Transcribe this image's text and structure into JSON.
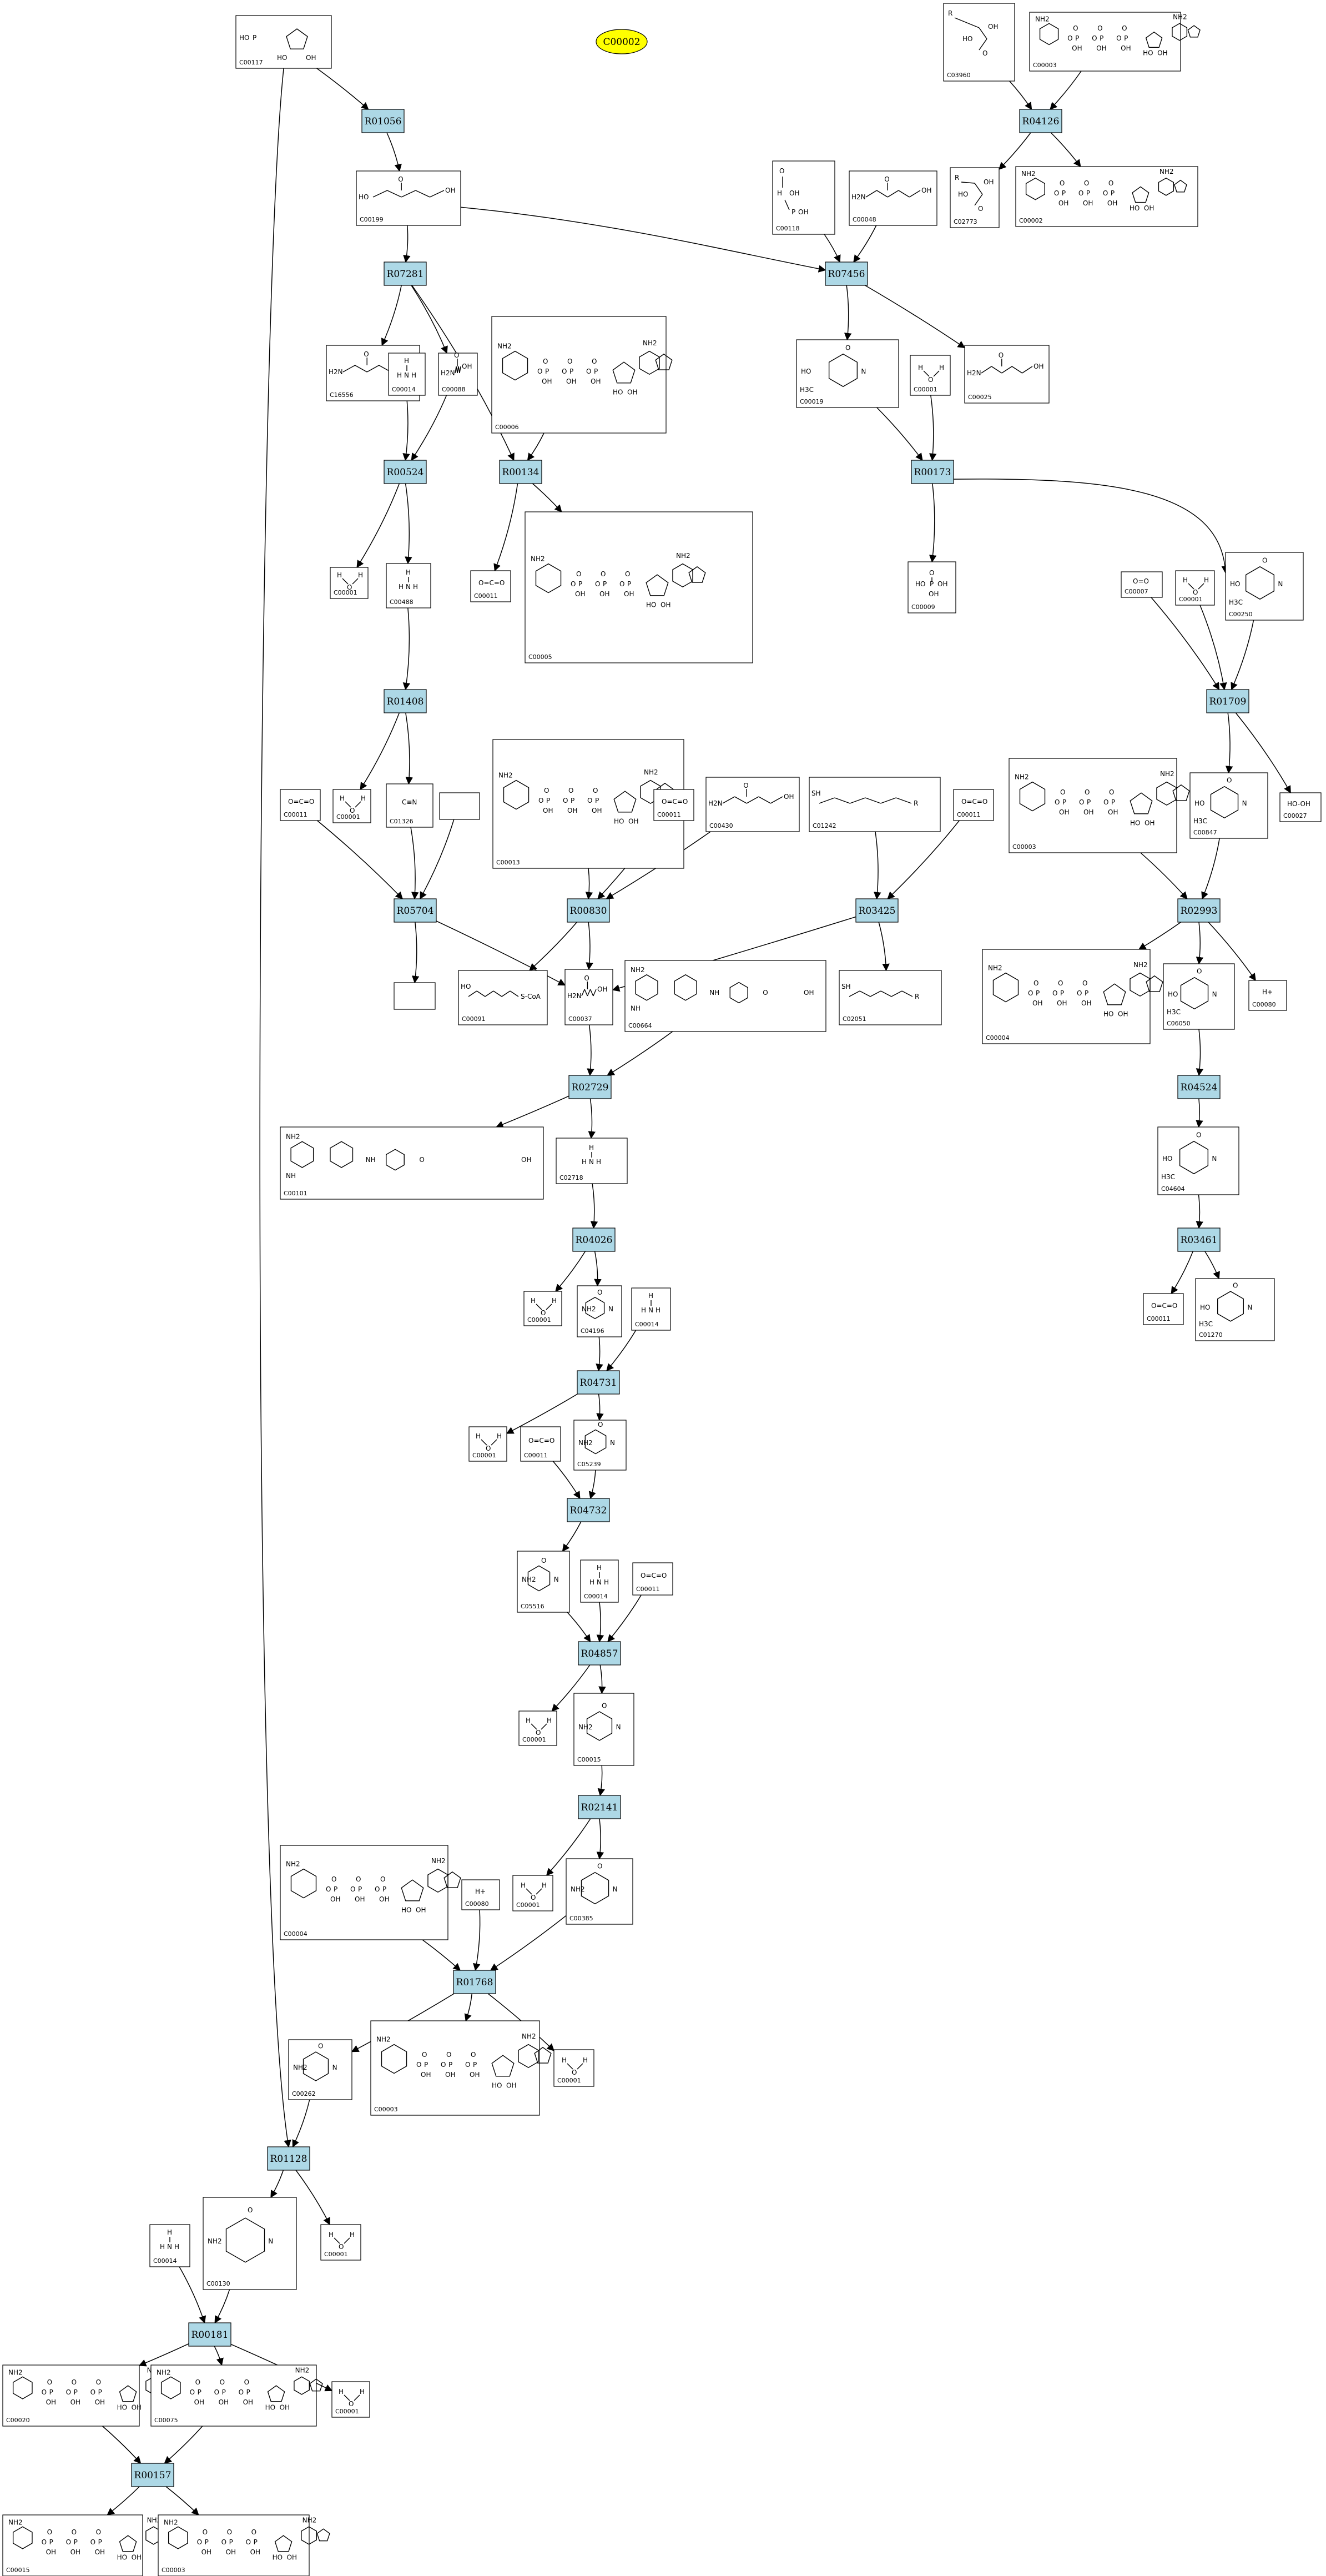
{
  "root": {
    "id": "C00002",
    "color": "#ffff00"
  },
  "colors": {
    "reaction_fill": "#add8e6",
    "edge": "#000000"
  },
  "reactions": [
    {
      "id": "R01056"
    },
    {
      "id": "R04126"
    },
    {
      "id": "R07281"
    },
    {
      "id": "R07456"
    },
    {
      "id": "R00524"
    },
    {
      "id": "R00134"
    },
    {
      "id": "R00173"
    },
    {
      "id": "R01408"
    },
    {
      "id": "R01709"
    },
    {
      "id": "R05704"
    },
    {
      "id": "R00830"
    },
    {
      "id": "R03425"
    },
    {
      "id": "R02993"
    },
    {
      "id": "R02729"
    },
    {
      "id": "R04524"
    },
    {
      "id": "R04026"
    },
    {
      "id": "R03461"
    },
    {
      "id": "R04731"
    },
    {
      "id": "R04732"
    },
    {
      "id": "R04857"
    },
    {
      "id": "R02141"
    },
    {
      "id": "R01768"
    },
    {
      "id": "R01128"
    },
    {
      "id": "R00181"
    },
    {
      "id": "R00157"
    }
  ],
  "compounds": [
    {
      "key": "C00117",
      "label": "C00117"
    },
    {
      "key": "C03960",
      "label": "C03960"
    },
    {
      "key": "C00003_top",
      "label": "C00003"
    },
    {
      "key": "C00199",
      "label": "C00199"
    },
    {
      "key": "C00118",
      "label": "C00118"
    },
    {
      "key": "C00048",
      "label": "C00048"
    },
    {
      "key": "C02773",
      "label": "C02773"
    },
    {
      "key": "C00002",
      "label": "C00002"
    },
    {
      "key": "C16556",
      "label": "C16556"
    },
    {
      "key": "C00014_a",
      "label": "C00014"
    },
    {
      "key": "C00088",
      "label": "C00088"
    },
    {
      "key": "C00006",
      "label": "C00006"
    },
    {
      "key": "C00019",
      "label": "C00019"
    },
    {
      "key": "C00001_a",
      "label": "C00001"
    },
    {
      "key": "C00025",
      "label": "C00025"
    },
    {
      "key": "C00001_b",
      "label": "C00001"
    },
    {
      "key": "C00488",
      "label": "C00488"
    },
    {
      "key": "C00011_a",
      "label": "C00011"
    },
    {
      "key": "C00005",
      "label": "C00005"
    },
    {
      "key": "C00009",
      "label": "C00009"
    },
    {
      "key": "C00007",
      "label": "C00007"
    },
    {
      "key": "C00001_c",
      "label": "C00001"
    },
    {
      "key": "C00250",
      "label": "C00250"
    },
    {
      "key": "C00011_b",
      "label": "C00011"
    },
    {
      "key": "C00001_d",
      "label": "C00001"
    },
    {
      "key": "C01326",
      "label": "C01326"
    },
    {
      "key": "empty_a",
      "label": ""
    },
    {
      "key": "C00013",
      "label": "C00013"
    },
    {
      "key": "C00011_c",
      "label": "C00011"
    },
    {
      "key": "C00430",
      "label": "C00430"
    },
    {
      "key": "C01242",
      "label": "C01242"
    },
    {
      "key": "C00011_d",
      "label": "C00011"
    },
    {
      "key": "C00003_mid",
      "label": "C00003"
    },
    {
      "key": "C00847",
      "label": "C00847"
    },
    {
      "key": "C00027",
      "label": "C00027"
    },
    {
      "key": "empty_b",
      "label": ""
    },
    {
      "key": "C00091",
      "label": "C00091"
    },
    {
      "key": "C00037",
      "label": "C00037"
    },
    {
      "key": "C00664",
      "label": "C00664"
    },
    {
      "key": "C02051",
      "label": "C02051"
    },
    {
      "key": "C00004_a",
      "label": "C00004"
    },
    {
      "key": "C06050",
      "label": "C06050"
    },
    {
      "key": "C00080_a",
      "label": "C00080"
    },
    {
      "key": "C00101",
      "label": "C00101"
    },
    {
      "key": "C02718",
      "label": "C02718"
    },
    {
      "key": "C04604",
      "label": "C04604"
    },
    {
      "key": "C00001_e",
      "label": "C00001"
    },
    {
      "key": "C04196",
      "label": "C04196"
    },
    {
      "key": "C00014_b",
      "label": "C00014"
    },
    {
      "key": "C00011_e",
      "label": "C00011"
    },
    {
      "key": "C01270",
      "label": "C01270"
    },
    {
      "key": "C00001_f",
      "label": "C00001"
    },
    {
      "key": "C00011_f",
      "label": "C00011"
    },
    {
      "key": "C05239",
      "label": "C05239"
    },
    {
      "key": "C05516",
      "label": "C05516"
    },
    {
      "key": "C00014_c",
      "label": "C00014"
    },
    {
      "key": "C00011_g",
      "label": "C00011"
    },
    {
      "key": "C00001_g",
      "label": "C00001"
    },
    {
      "key": "C00015_mid",
      "label": "C00015"
    },
    {
      "key": "C00001_h",
      "label": "C00001"
    },
    {
      "key": "C00385",
      "label": "C00385"
    },
    {
      "key": "C00004_b",
      "label": "C00004"
    },
    {
      "key": "C00080_b",
      "label": "C00080"
    },
    {
      "key": "C00262",
      "label": "C00262"
    },
    {
      "key": "C00003_low",
      "label": "C00003"
    },
    {
      "key": "C00001_i",
      "label": "C00001"
    },
    {
      "key": "C00130",
      "label": "C00130"
    },
    {
      "key": "C00001_j",
      "label": "C00001"
    },
    {
      "key": "C00014_d",
      "label": "C00014"
    },
    {
      "key": "C00020",
      "label": "C00020"
    },
    {
      "key": "C00075",
      "label": "C00075"
    },
    {
      "key": "C00001_k",
      "label": "C00001"
    },
    {
      "key": "C00015",
      "label": "C00015"
    },
    {
      "key": "C00003_bot",
      "label": "C00003"
    }
  ],
  "chem_text": {
    "ho": "HO",
    "oh": "OH",
    "o": "O",
    "p": "P",
    "h": "H",
    "n": "N",
    "nh": "NH",
    "nh2": "NH2",
    "h2n": "H2N",
    "h3c": "H3C",
    "sh": "SH",
    "coa": "S-CoA",
    "r": "R",
    "hplus": "H+",
    "oo": "O=O",
    "oco": "O=C=O",
    "hooh": "HO-OH",
    "cn": "C≡N"
  }
}
